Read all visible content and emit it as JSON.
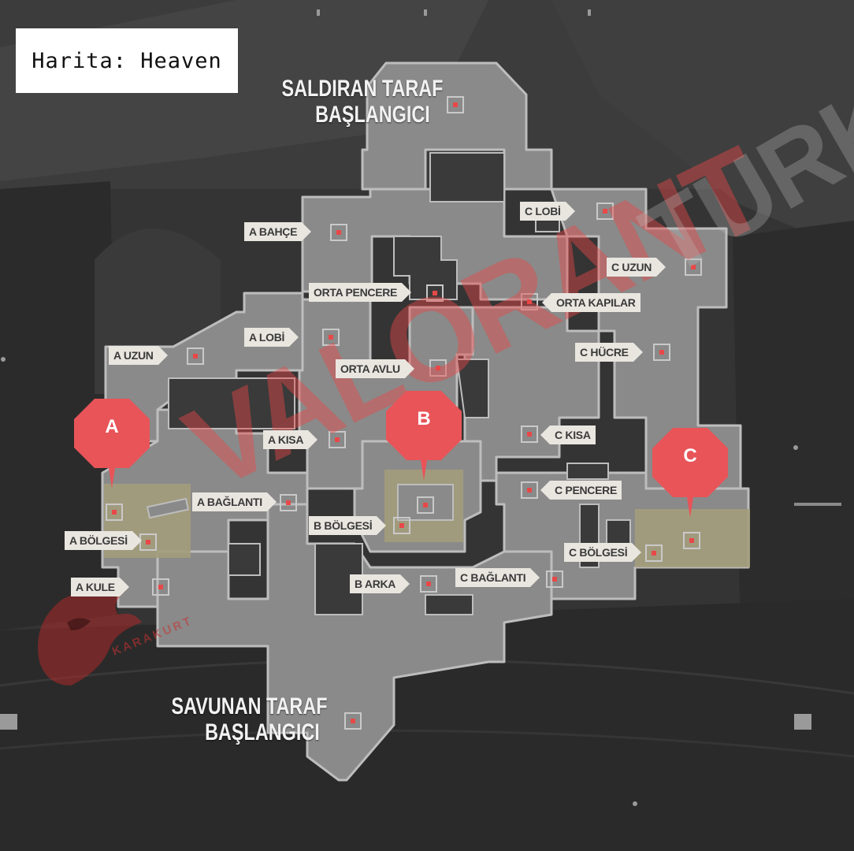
{
  "title": "Harita: Heaven",
  "spawns": {
    "attacker": [
      "SALDIRAN TARAF",
      "BAŞLANGICI"
    ],
    "defender": [
      "SAVUNAN TARAF",
      "BAŞLANGICI"
    ]
  },
  "sites": [
    "A",
    "B",
    "C"
  ],
  "callouts": {
    "a_bahce": "A BAHÇE",
    "orta_pencere": "ORTA PENCERE",
    "c_lobi": "C LOBİ",
    "c_uzun": "C UZUN",
    "orta_kapilar": "ORTA KAPILAR",
    "a_lobi": "A LOBİ",
    "a_uzun": "A UZUN",
    "c_hucre": "C HÜCRE",
    "orta_avlu": "ORTA AVLU",
    "a_kisa": "A KISA",
    "c_kisa": "C KISA",
    "a_baglanti": "A BAĞLANTI",
    "c_pencere": "C PENCERE",
    "b_bolgesi": "B BÖLGESİ",
    "a_bolgesi": "A BÖLGESİ",
    "c_bolgesi": "C BÖLGESİ",
    "a_kule": "A KULE",
    "b_arka": "B ARKA",
    "c_baglanti": "C BAĞLANTI"
  },
  "watermarks": {
    "main": "VALORANT",
    "side": "TURK",
    "logo": "KARAKURT"
  },
  "colors": {
    "map_floor": "#8a8a8a",
    "map_outline": "#bdbdbd",
    "site_zone": "#a39c7c",
    "marker_red": "#e85458",
    "point_red": "#e84848",
    "label_bg": "#e9e6e0"
  }
}
